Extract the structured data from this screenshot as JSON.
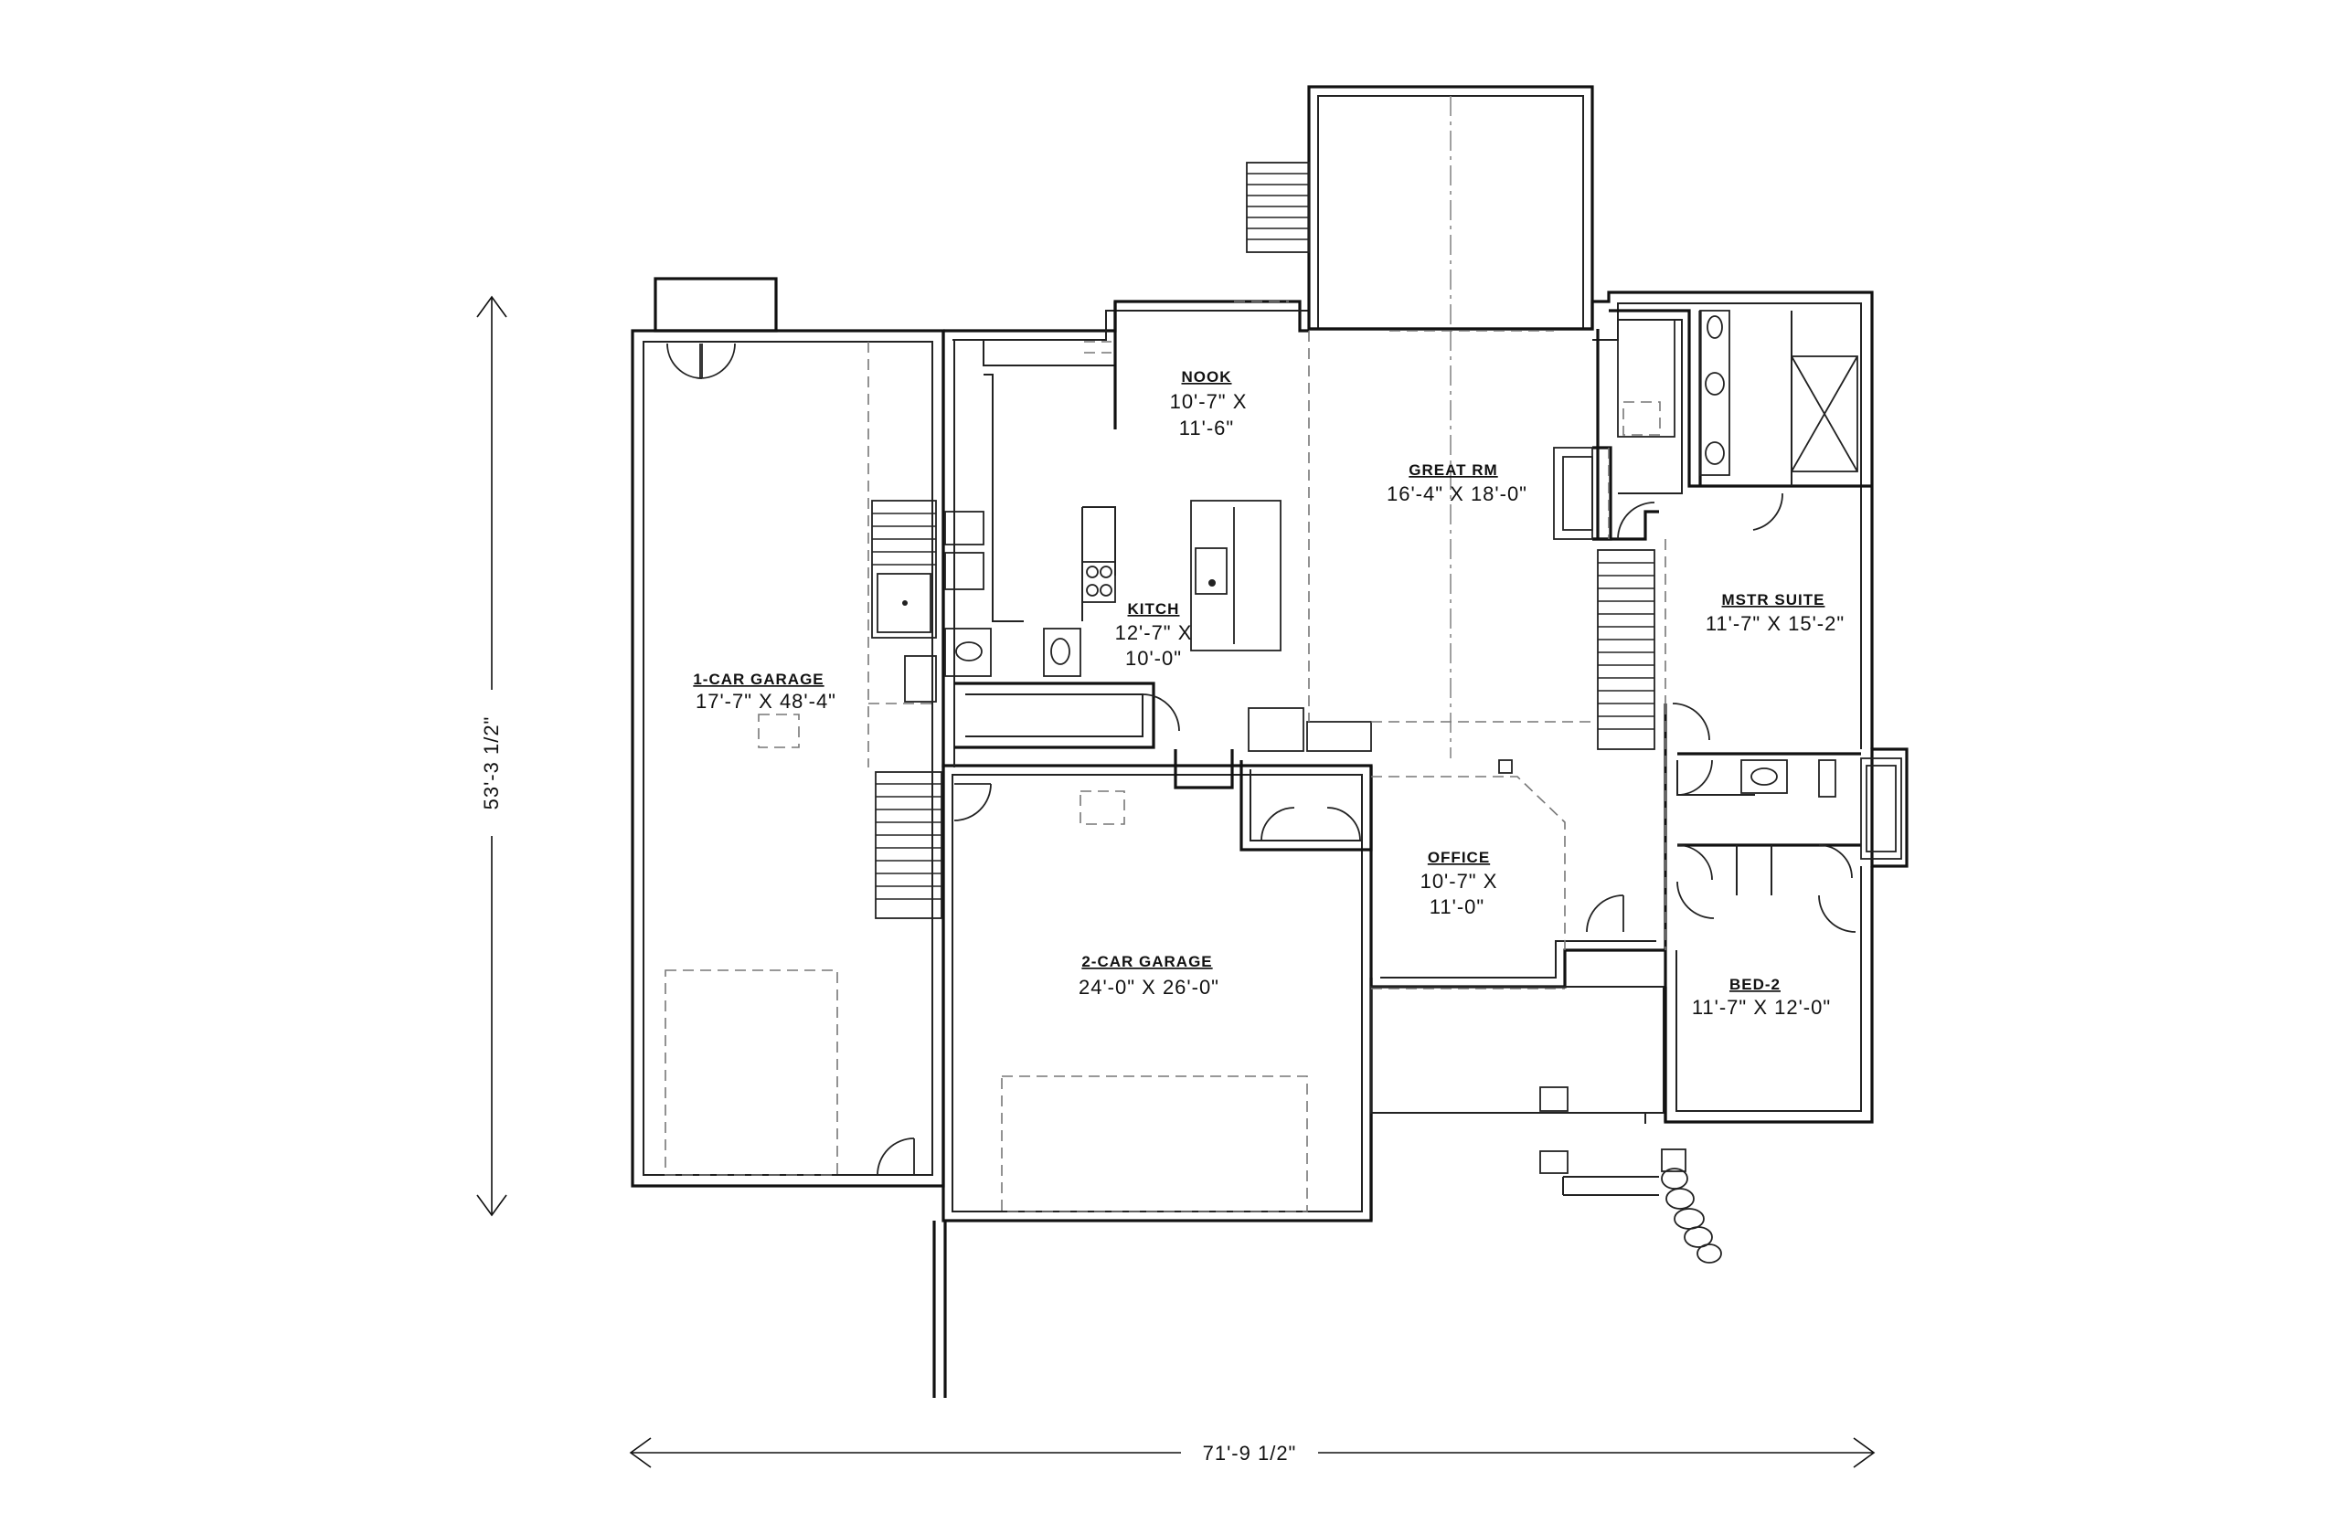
{
  "plan": {
    "rooms": [
      {
        "id": "one_car_garage",
        "name": "1-CAR GARAGE",
        "size": "17'-7\" X 48'-4\""
      },
      {
        "id": "two_car_garage",
        "name": "2-CAR GARAGE",
        "size": "24'-0\" X 26'-0\""
      },
      {
        "id": "nook",
        "name": "NOOK",
        "size_line1": "10'-7\" X",
        "size_line2": "11'-6\""
      },
      {
        "id": "kitchen",
        "name": "KITCH",
        "size_line1": "12'-7\" X",
        "size_line2": "10'-0\""
      },
      {
        "id": "great_room",
        "name": "GREAT RM",
        "size": "16'-4\" X 18'-0\""
      },
      {
        "id": "master_suite",
        "name": "MSTR SUITE",
        "size": "11'-7\" X 15'-2\""
      },
      {
        "id": "office",
        "name": "OFFICE",
        "size_line1": "10'-7\" X",
        "size_line2": "11'-0\""
      },
      {
        "id": "bedroom_2",
        "name": "BED-2",
        "size": "11'-7\" X 12'-0\""
      }
    ],
    "dimensions": {
      "overall_width": "71'-9 1/2\"",
      "overall_depth": "53'-3 1/2\""
    }
  }
}
